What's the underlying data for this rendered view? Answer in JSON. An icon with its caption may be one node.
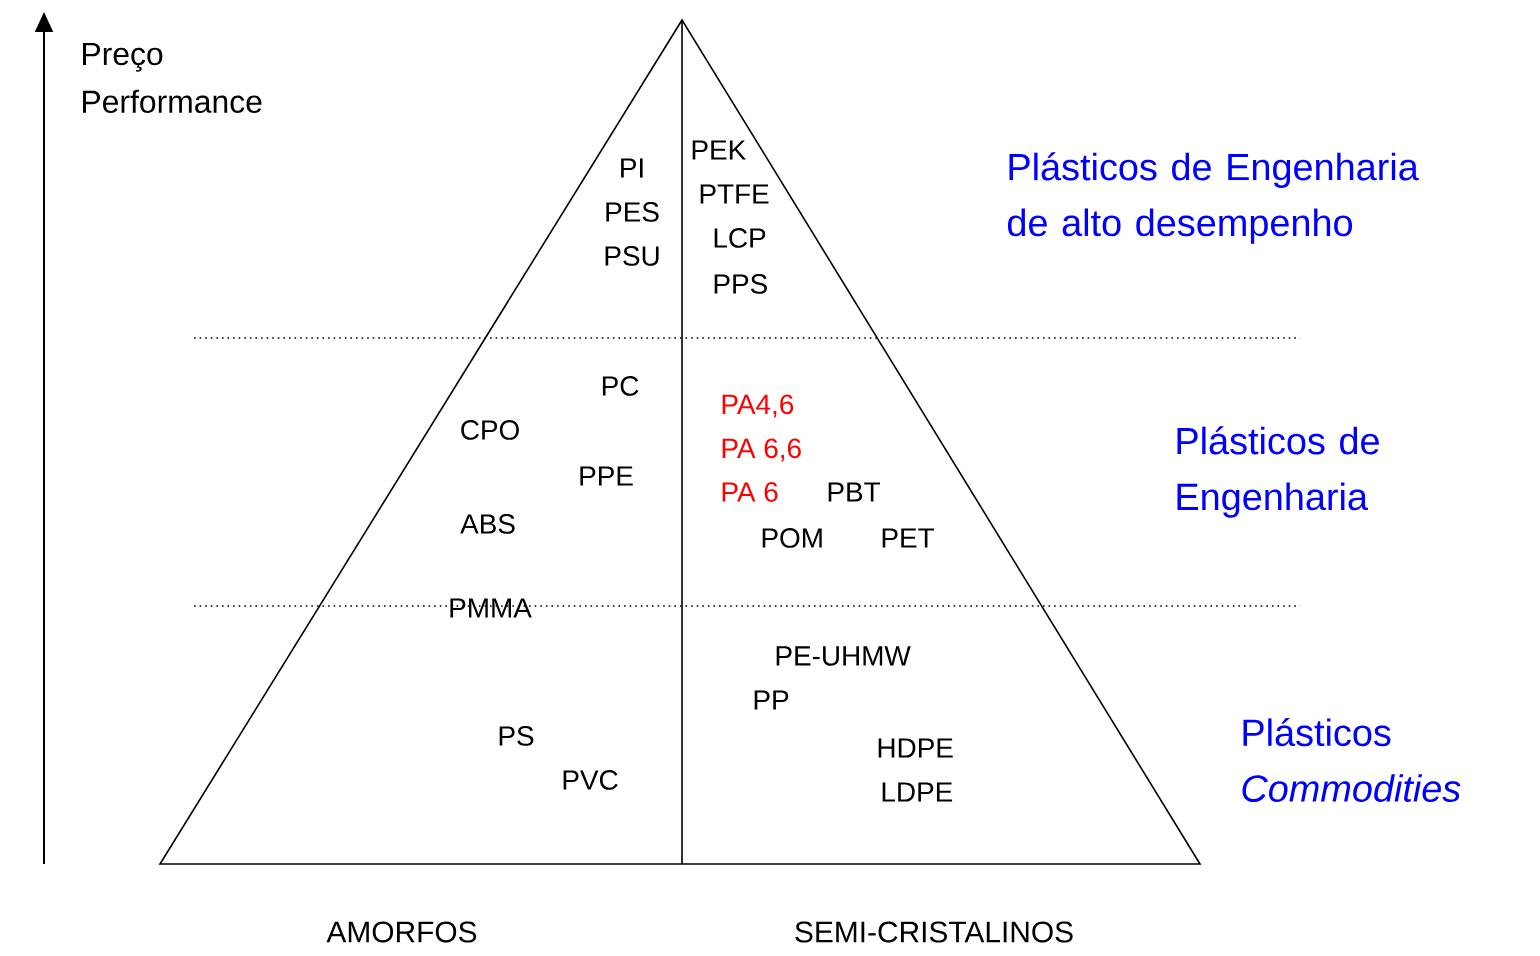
{
  "diagram": {
    "labels": [
      "Preço Performance",
      "PEK",
      "Plásticos de Engenharia de alto desempenho",
      "PI",
      "PTFE",
      "PES",
      "LCP",
      "PSU",
      "PPS",
      "PC",
      "PA4,6",
      "CPO",
      "Plásticos de Engenharia",
      "PA 6,6",
      "PPE",
      "PA 6",
      "PBT",
      "ABS",
      "POM",
      "PET",
      "PMMA",
      "PE-UHMW",
      "PP",
      "Plásticos *Commodities*",
      "PS",
      "HDPE",
      "PVC",
      "LDPE",
      "AMORFOS",
      "SEMI-CRISTALINOS"
    ]
  }
}
